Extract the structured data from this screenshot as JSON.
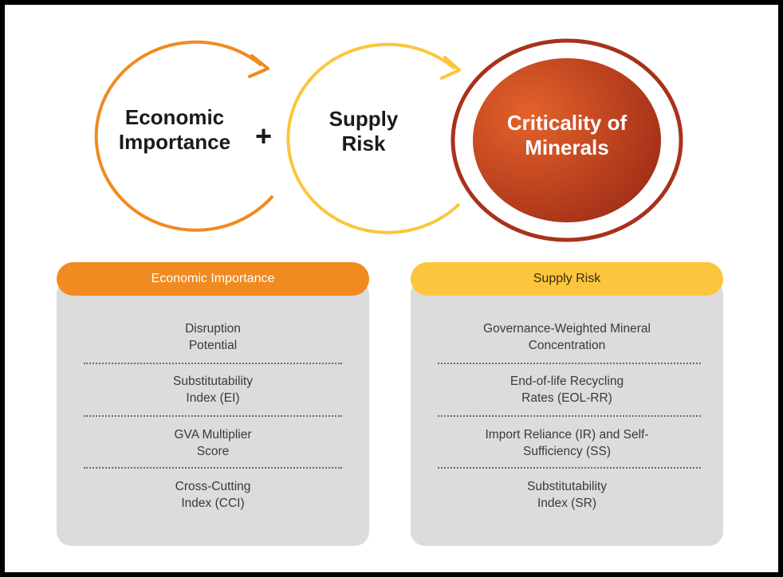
{
  "colors": {
    "orange": "#f18a20",
    "yellow": "#fbc63d",
    "dark_red": "#a8321a",
    "panel_gray": "#dcdcdc",
    "text_dark": "#1a1a1a"
  },
  "diagram": {
    "circle_economic": "Economic\nImportance",
    "plus_sign": "+",
    "circle_supply": "Supply\nRisk",
    "circle_criticality": "Criticality of\nMinerals"
  },
  "panels": {
    "economic": {
      "title": "Economic Importance",
      "items": [
        "Disruption\nPotential",
        "Substitutability\nIndex (EI)",
        "GVA Multiplier\nScore",
        "Cross-Cutting\nIndex (CCI)"
      ]
    },
    "supply": {
      "title": "Supply Risk",
      "items": [
        "Governance-Weighted Mineral\nConcentration",
        "End-of-life Recycling\nRates (EOL-RR)",
        "Import Reliance (IR) and Self-\nSufficiency (SS)",
        "Substitutability\nIndex (SR)"
      ]
    }
  }
}
